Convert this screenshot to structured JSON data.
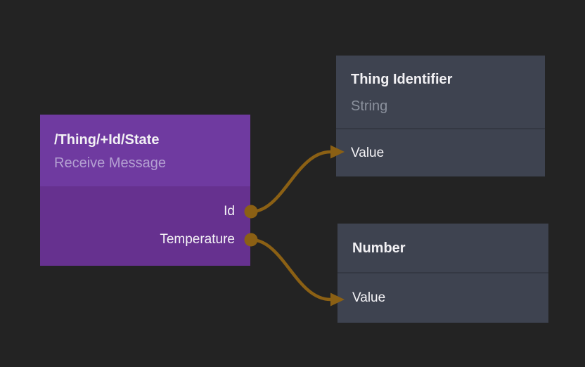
{
  "colors": {
    "canvas-bg": "#232323",
    "node-header-purple": "#6F3AA0",
    "node-body-purple": "#66318F",
    "node-dark": "#3E4350",
    "wire": "#8B6014",
    "title-text": "#F2F1F4",
    "label-text": "#F5F4F7",
    "subtitle-purple-text": "#B4A0D2",
    "subtitle-gray-text": "#8B919D"
  },
  "nodes": {
    "receive": {
      "title": "/Thing/+Id/State",
      "subtitle": "Receive Message",
      "outputs": [
        {
          "label": "Id"
        },
        {
          "label": "Temperature"
        }
      ]
    },
    "thing_identifier": {
      "title": "Thing Identifier",
      "subtitle": "String",
      "inputs": [
        {
          "label": "Value"
        }
      ]
    },
    "number": {
      "title": "Number",
      "inputs": [
        {
          "label": "Value"
        }
      ]
    }
  },
  "wires": [
    {
      "from": "/Thing/+Id/State.Id",
      "to": "Thing Identifier.Value"
    },
    {
      "from": "/Thing/+Id/State.Temperature",
      "to": "Number.Value"
    }
  ]
}
